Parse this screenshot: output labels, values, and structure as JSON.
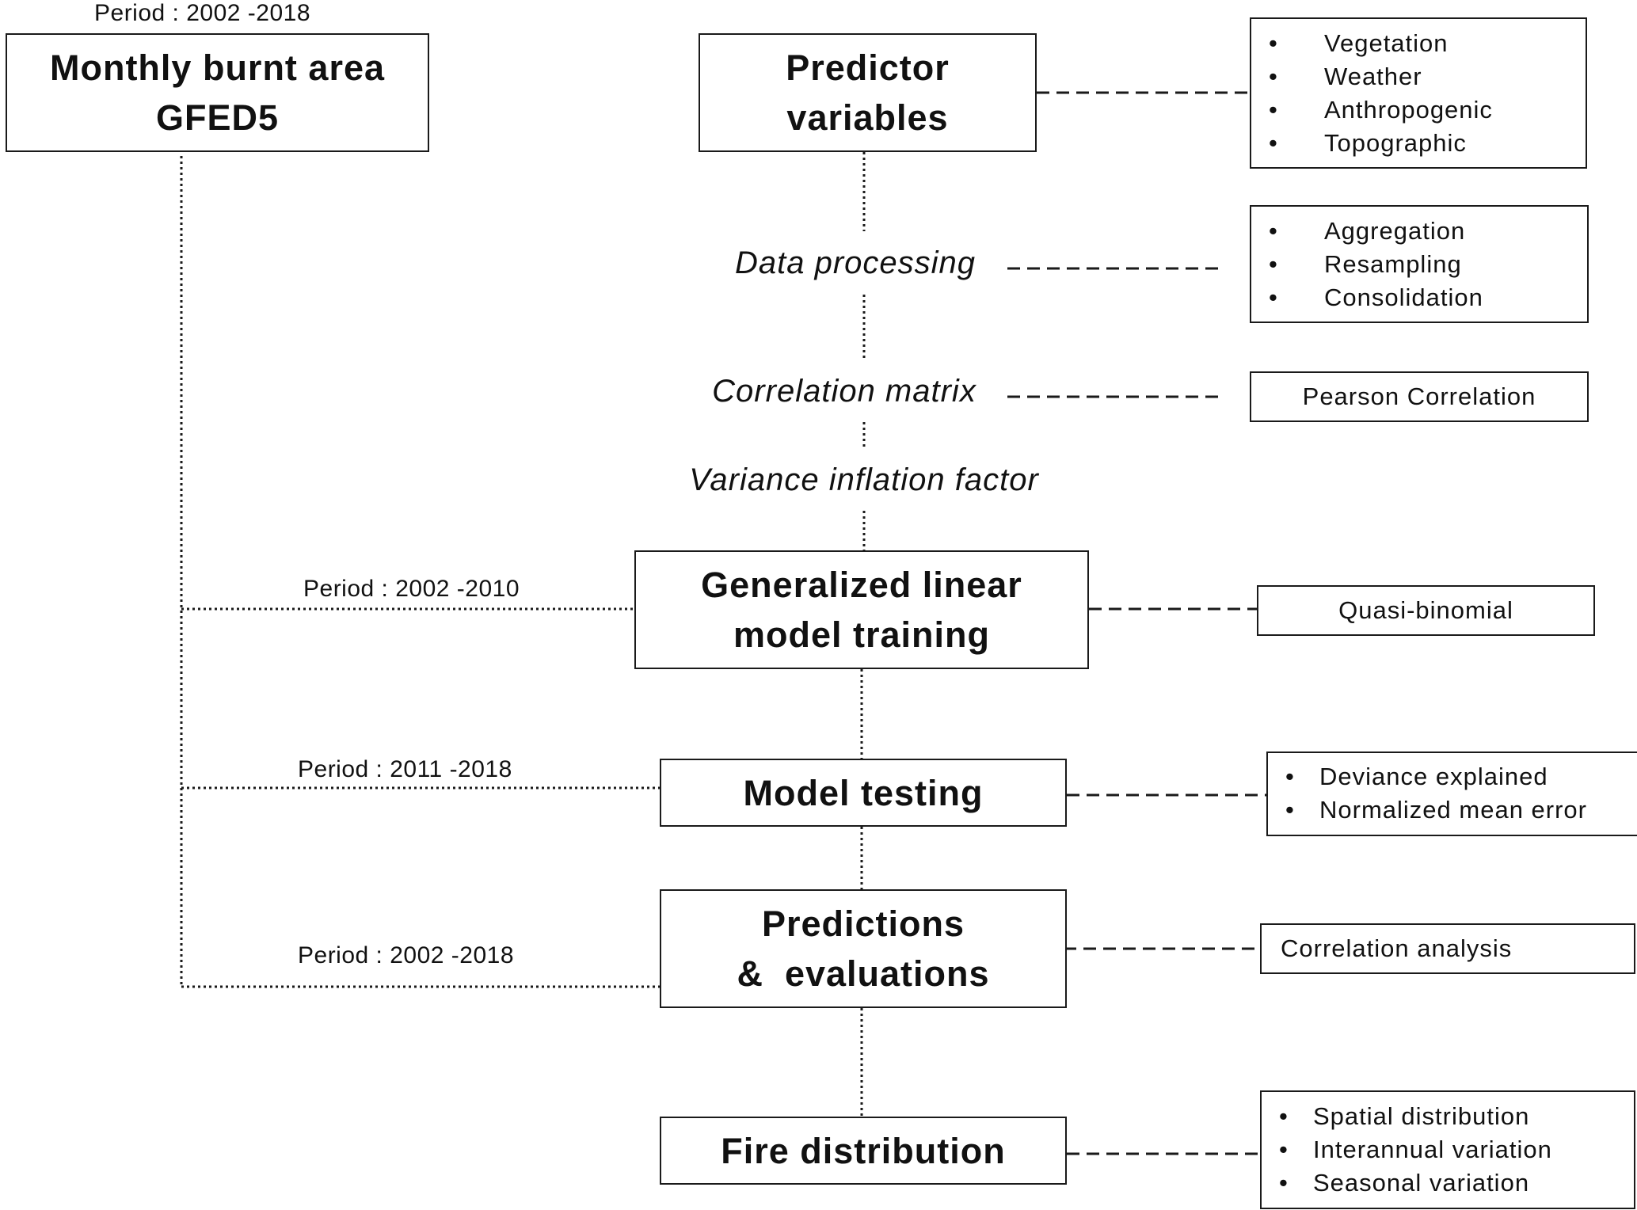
{
  "source": {
    "period_label": "Period : 2002 -2018",
    "title_lines": [
      "Monthly burnt area",
      "GFED5"
    ]
  },
  "predictor": {
    "title_lines": [
      "Predictor",
      "variables"
    ],
    "categories": [
      "Vegetation",
      "Weather",
      "Anthropogenic",
      "Topographic"
    ]
  },
  "data_processing": {
    "label": "Data processing",
    "methods": [
      "Aggregation",
      "Resampling",
      "Consolidation"
    ]
  },
  "correlation_matrix": {
    "label": "Correlation matrix",
    "method": "Pearson Correlation"
  },
  "vif": {
    "label": "Variance inflation factor"
  },
  "training": {
    "period_label": "Period : 2002 -2010",
    "title_lines": [
      "Generalized linear",
      "model training"
    ],
    "family": "Quasi-binomial"
  },
  "testing": {
    "period_label": "Period : 2011 -2018",
    "title": "Model testing",
    "metrics": [
      "Deviance explained",
      "Normalized mean error"
    ]
  },
  "predictions": {
    "period_label": "Period : 2002 -2018",
    "title_lines": [
      "Predictions",
      "&  evaluations"
    ],
    "analysis": "Correlation analysis"
  },
  "distribution": {
    "title": "Fire distribution",
    "outputs": [
      "Spatial distribution",
      "Interannual variation",
      "Seasonal variation"
    ]
  },
  "colors": {
    "line": "#1a1a1a",
    "box_border": "#1a1a1a",
    "background": "#ffffff"
  }
}
